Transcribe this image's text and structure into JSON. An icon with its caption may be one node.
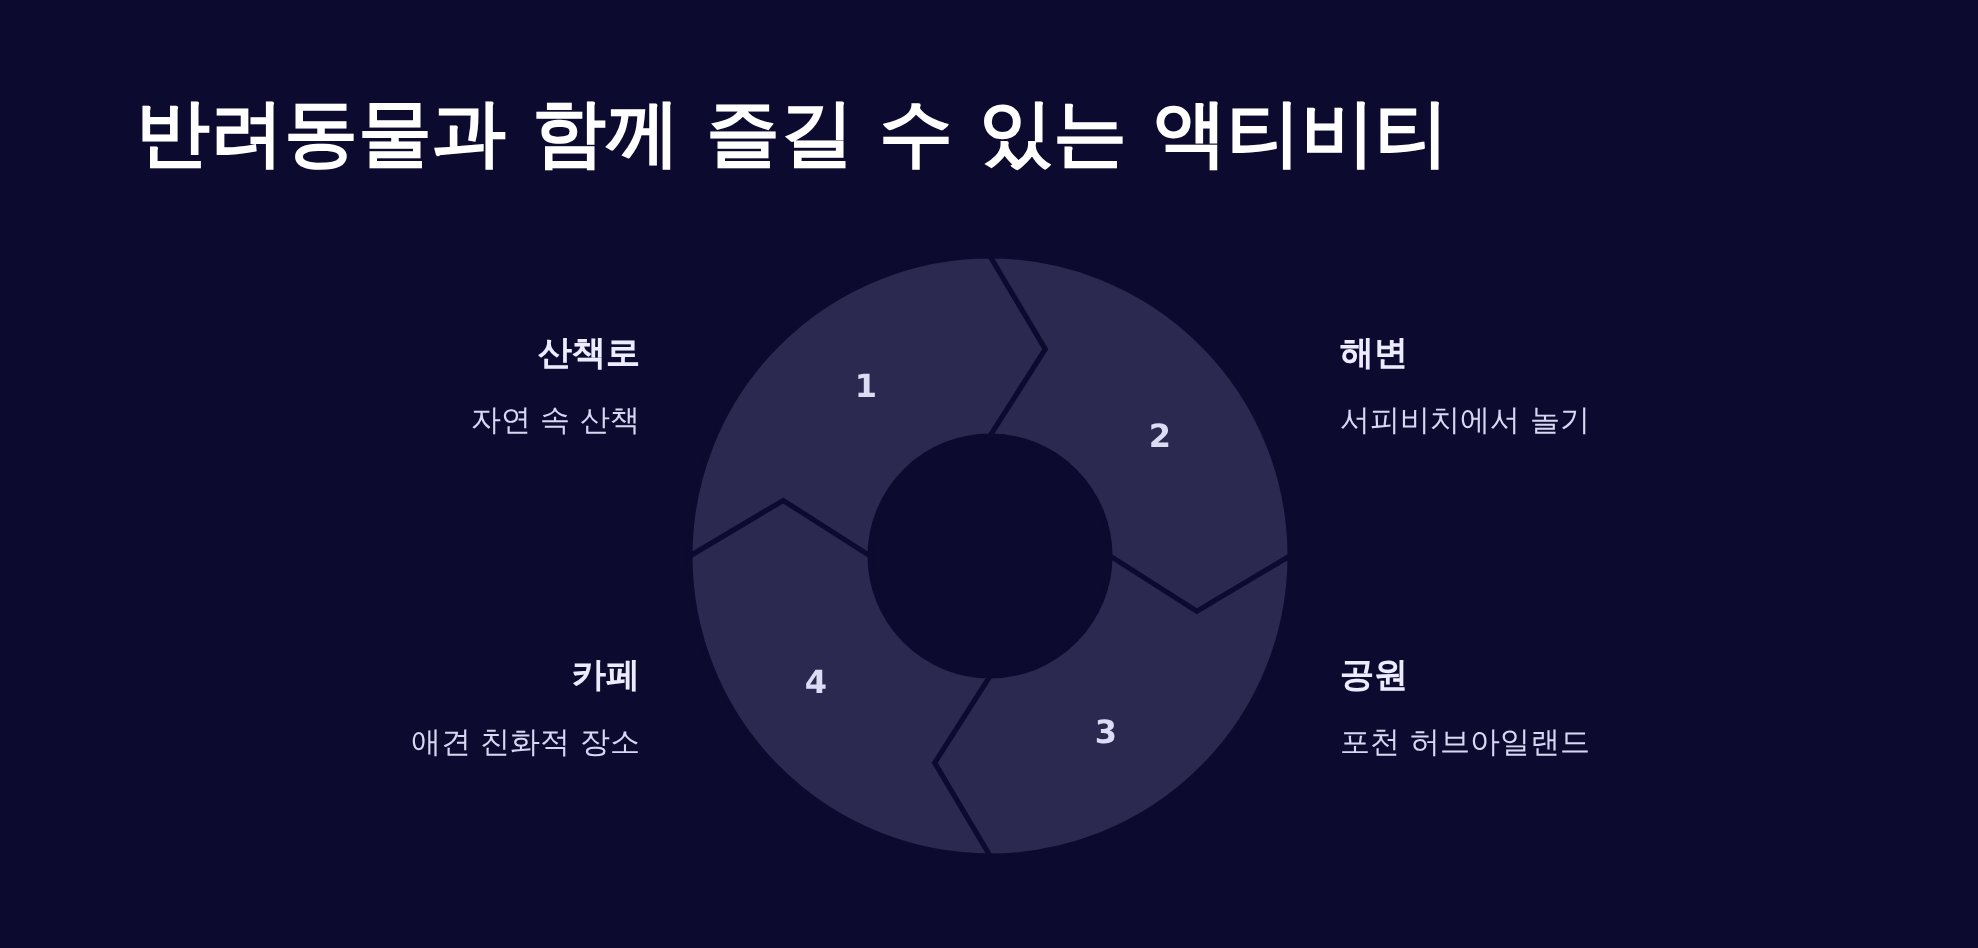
{
  "diagram": {
    "title": "반려동물과 함께 즐길 수 있는 액티비티",
    "nodes": [
      {
        "text": [
          "1"
        ],
        "beside": [
          "산책로",
          "자연 속 산책"
        ]
      },
      {
        "text": [
          "2"
        ],
        "beside": [
          "해변",
          "서피비치에서 놀기"
        ]
      },
      {
        "text": [
          "3"
        ],
        "beside": [
          "공원",
          "포천 허브아일랜드"
        ]
      },
      {
        "text": [
          "4"
        ],
        "beside": [
          "카페",
          "애견 친화적 장소"
        ]
      }
    ]
  }
}
